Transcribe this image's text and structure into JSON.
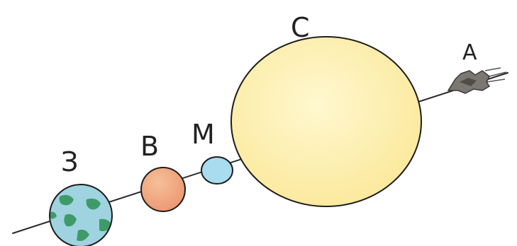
{
  "labels": {
    "earth": "З",
    "venus": "В",
    "mercury": "М",
    "sun": "С",
    "comet": "А"
  },
  "colors": {
    "line": "#2a2a2a",
    "outline": "#1e1e1e",
    "sun_fill": "#fdf1b0",
    "earth_water": "#9fd3e0",
    "earth_land": "#3f9a6a",
    "venus_fill": "#f2a97e",
    "mercury_fill": "#a9dcef",
    "comet_body": "#7a7870"
  }
}
